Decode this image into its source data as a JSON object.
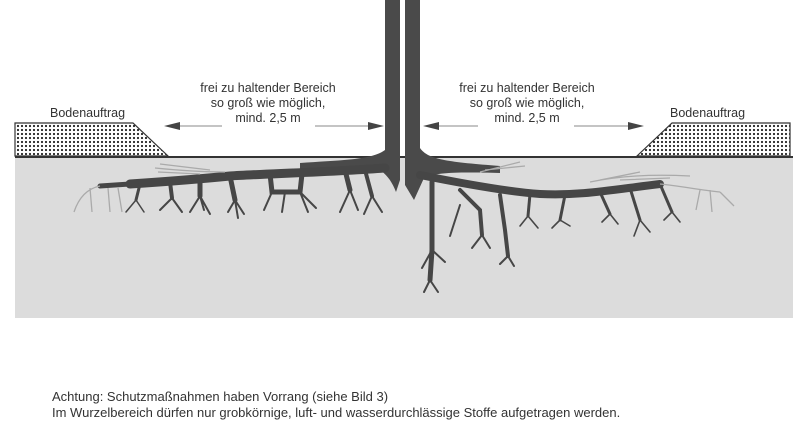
{
  "diagram": {
    "colors": {
      "background": "#ffffff",
      "soil": "#dcdcdc",
      "root": "#464646",
      "trunk": "#4a4a4a",
      "fine_root": "#b8b8b8",
      "text": "#333333",
      "arrow": "#555555"
    },
    "labels": {
      "soil_fill_left": "Bodenauftrag",
      "soil_fill_right": "Bodenauftrag",
      "zone_left": {
        "line1": "frei zu haltender Bereich",
        "line2": "so groß wie möglich,",
        "line3": "mind. 2,5 m"
      },
      "zone_right": {
        "line1": "frei zu haltender Bereich",
        "line2": "so groß wie möglich,",
        "line3": "mind. 2,5 m"
      }
    },
    "notes": {
      "line1": "Achtung: Schutzmaßnahmen haben Vorrang (siehe Bild 3)",
      "line2": "Im Wurzelbereich dürfen nur grobkörnige, luft- und wasserdurchlässige Stoffe aufgetragen werden."
    }
  }
}
